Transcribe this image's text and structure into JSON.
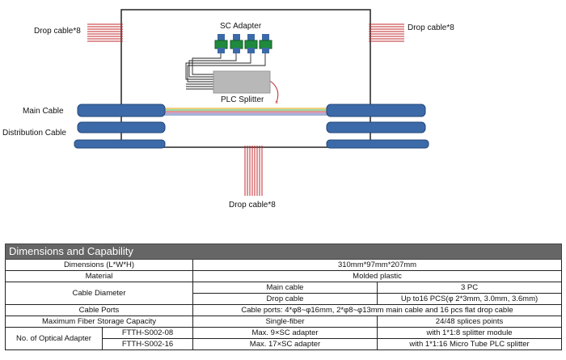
{
  "diagram": {
    "drop_cable_left": "Drop cable*8",
    "drop_cable_right": "Drop cable*8",
    "drop_cable_bottom": "Drop cable*8",
    "sc_adapter": "SC Adapter",
    "plc_splitter": "PLC Splitter",
    "main_cable": "Main Cable",
    "distribution_cable": "Distribution Cable",
    "colors": {
      "cable": "#3c6aa8",
      "drop": "#c0282c",
      "adapter": "#1f8a3d",
      "splitter": "#b8b8b8"
    }
  },
  "table": {
    "title": "Dimensions and Capability",
    "dimensions": {
      "label": "Dimensions (L*W*H)",
      "value": "310mm*97mm*207mm"
    },
    "material": {
      "label": "Material",
      "value": "Molded plastic"
    },
    "cable_diameter": {
      "label": "Cable Diameter",
      "main": {
        "label": "Main cable",
        "value": "3 PC"
      },
      "drop": {
        "label": "Drop cable",
        "value": "Up to16 PCS(φ 2*3mm, 3.0mm, 3.6mm)"
      }
    },
    "cable_ports": {
      "label": "Cable Ports",
      "value": "Cable ports: 4*φ8~φ16mm, 2*φ8~φ13mm main cable and  16 pcs flat drop cable"
    },
    "fiber_storage": {
      "label": "Maximum Fiber Storage Capacity",
      "type": "Single-fiber",
      "value": "24/48 splices points"
    },
    "optical_adapter": {
      "label": "No. of Optical Adapter",
      "rows": [
        {
          "model": "FTTH-S002-08",
          "adapter": "Max. 9×SC adapter",
          "splitter": "with 1*1:8 splitter module"
        },
        {
          "model": "FTTH-S002-16",
          "adapter": "Max. 17×SC adapter",
          "splitter": "with 1*1:16 Micro Tube PLC splitter"
        }
      ]
    }
  }
}
